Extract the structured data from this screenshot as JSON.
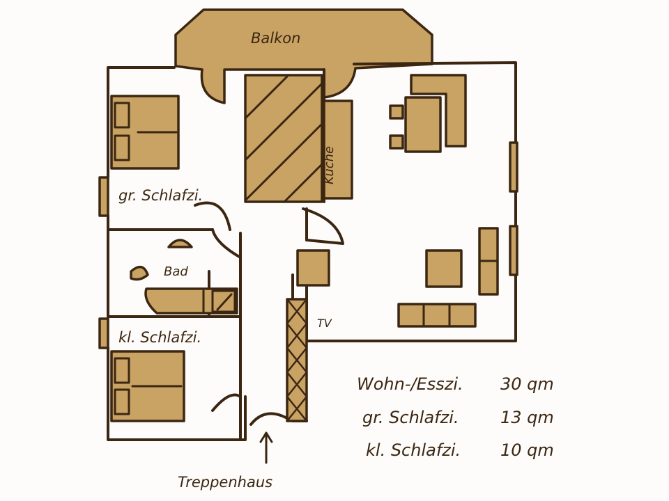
{
  "rooms": {
    "balcony": "Balkon",
    "kitchen": "Küche",
    "master_bedroom": "gr. Schlafzi.",
    "bathroom": "Bad",
    "small_bedroom": "kl. Schlafzi.",
    "tv": "TV",
    "stairwell": "Treppenhaus"
  },
  "legend": [
    {
      "room": "Wohn-/Esszi.",
      "area": "30 qm"
    },
    {
      "room": "gr. Schlafzi.",
      "area": "13 qm"
    },
    {
      "room": "kl. Schlafzi.",
      "area": "10 qm"
    }
  ],
  "colors": {
    "line": "#3b2612",
    "fill": "#c9a364",
    "background": "#fdfcfa"
  }
}
